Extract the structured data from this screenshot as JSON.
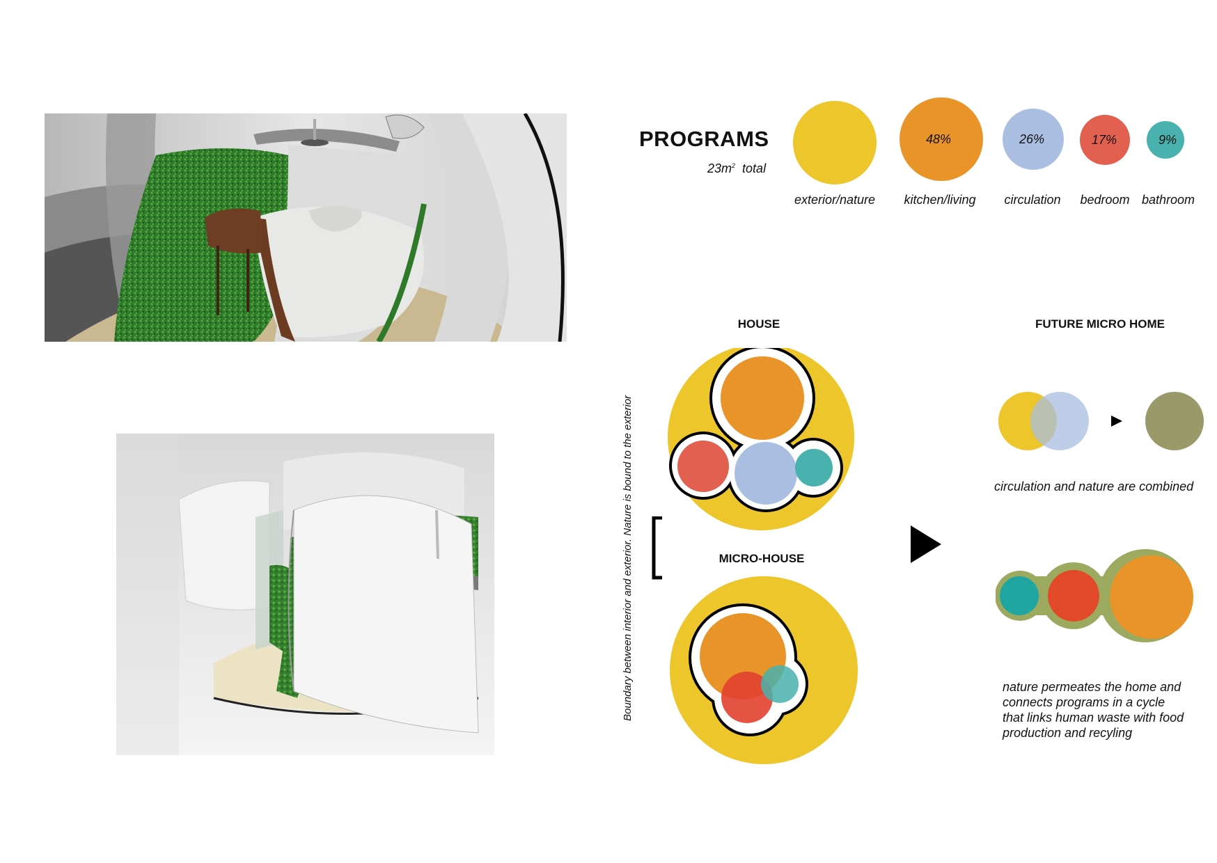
{
  "programs": {
    "title": "PROGRAMS",
    "area_value": "23m",
    "area_exponent": "2",
    "area_suffix": "total",
    "items": [
      {
        "label": "exterior/nature",
        "percent": "",
        "color": "#ECC62A"
      },
      {
        "label": "kitchen/living",
        "percent": "48%",
        "color": "#E99428"
      },
      {
        "label": "circulation",
        "percent": "26%",
        "color": "#A9BEE0"
      },
      {
        "label": "bedroom",
        "percent": "17%",
        "color": "#E2604F"
      },
      {
        "label": "bathroom",
        "percent": "9%",
        "color": "#4AB2AE"
      }
    ]
  },
  "diagrams": {
    "house_label": "HOUSE",
    "micro_house_label": "MICRO-HOUSE",
    "future_label": "FUTURE MICRO HOME",
    "boundary_note": "Boundary between interior and exterior. Nature is bound to the exterior",
    "combined_caption": "circulation and nature are combined",
    "permeates_caption": [
      "nature permeates the home and",
      "connects programs in a cycle",
      "that links human waste with food",
      "production and recyling"
    ]
  },
  "colors": {
    "exterior": "#ECC62A",
    "kitchen": "#E99428",
    "circulation": "#A9BEE0",
    "bedroom": "#E2604F",
    "bathroom": "#4AB2AE",
    "combined": "#99996A"
  }
}
